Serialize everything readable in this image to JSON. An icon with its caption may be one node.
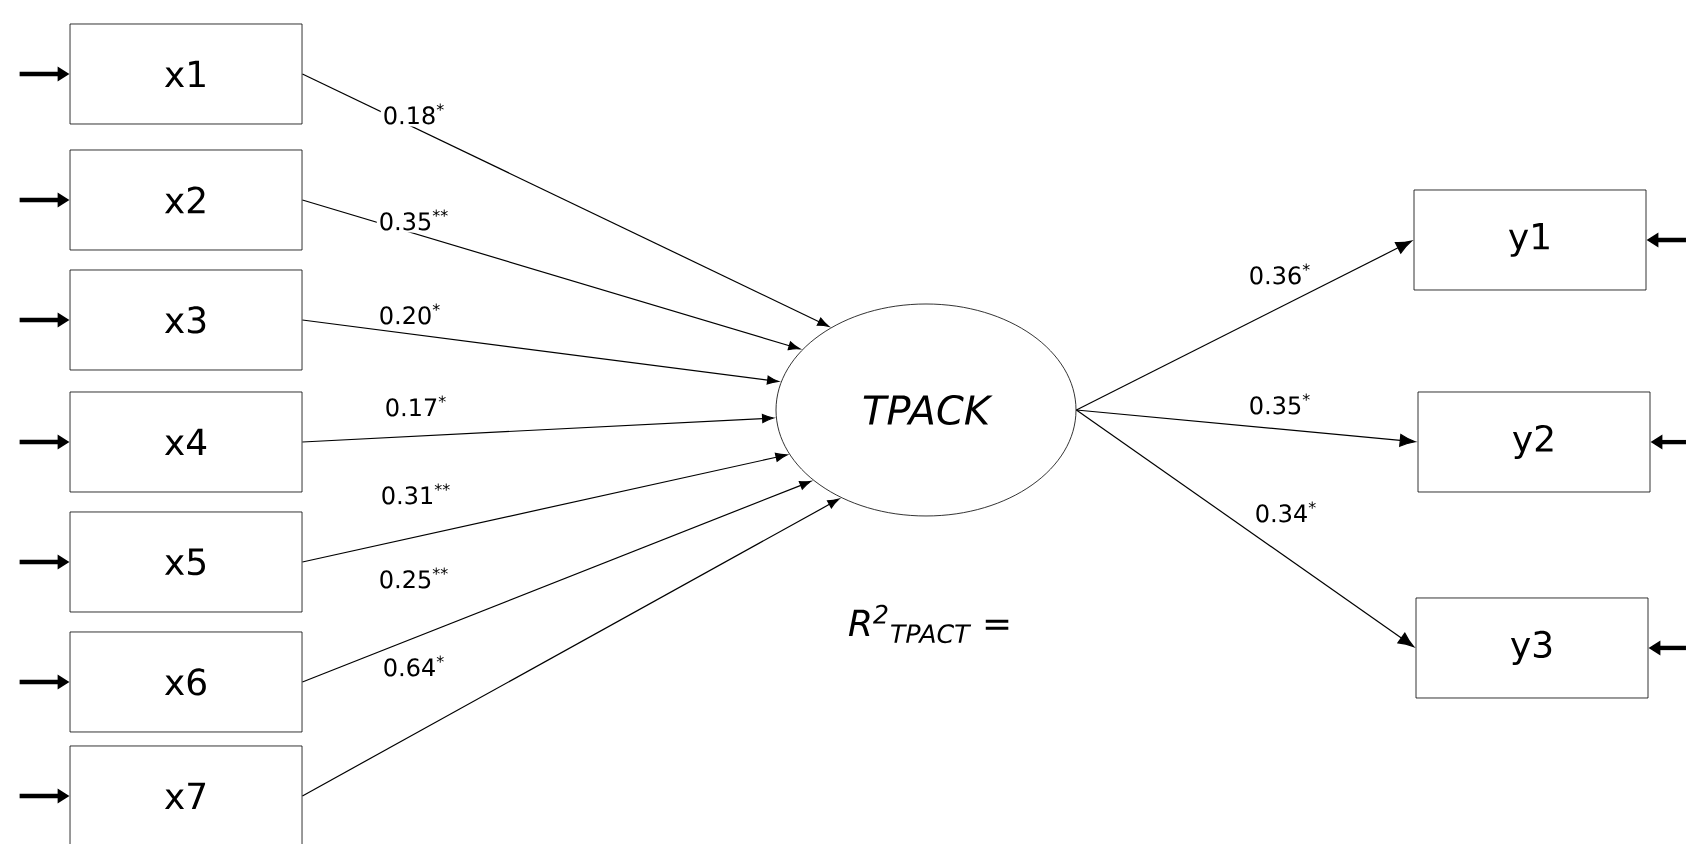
{
  "diagram": {
    "nodes": [
      {
        "text": [
          "x1"
        ]
      },
      {
        "text": [
          "x2"
        ]
      },
      {
        "text": [
          "x3"
        ]
      },
      {
        "text": [
          "x4"
        ]
      },
      {
        "text": [
          "x5"
        ]
      },
      {
        "text": [
          "x6"
        ]
      },
      {
        "text": [
          "x7"
        ]
      },
      {
        "text": [
          "TPACK"
        ]
      },
      {
        "text": [
          "y1"
        ]
      },
      {
        "text": [
          "y2"
        ]
      },
      {
        "text": [
          "y3"
        ]
      }
    ],
    "edges": [
      {
        "from": 0,
        "to": 7,
        "arrow": "to",
        "label": "0.18$^{*}$"
      },
      {
        "from": 1,
        "to": 7,
        "arrow": "to",
        "label": "0.35$^{**}$"
      },
      {
        "from": 2,
        "to": 7,
        "arrow": "to",
        "label": "0.20$^{*}$"
      },
      {
        "from": 3,
        "to": 7,
        "arrow": "to",
        "label": "0.17$^{*}$"
      },
      {
        "from": 4,
        "to": 7,
        "arrow": "to",
        "label": "0.31$^{**}$"
      },
      {
        "from": 5,
        "to": 7,
        "arrow": "to",
        "label": "0.25$^{**}$"
      },
      {
        "from": 6,
        "to": 7,
        "arrow": "to",
        "label": "0.64$^{*}$"
      },
      {
        "from": 7,
        "to": 8,
        "arrow": "to",
        "label": "0.36$^{*}$"
      },
      {
        "from": 7,
        "to": 9,
        "arrow": "to",
        "label": "0.35$^{*}$"
      },
      {
        "from": 7,
        "to": 10,
        "arrow": "to",
        "label": "0.34$^{*}$"
      },
      {
        "from": null,
        "to": 0,
        "arrow": "to",
        "style": "thick"
      },
      {
        "from": null,
        "to": 1,
        "arrow": "to",
        "style": "thick"
      },
      {
        "from": null,
        "to": 2,
        "arrow": "to",
        "style": "thick"
      },
      {
        "from": null,
        "to": 3,
        "arrow": "to",
        "style": "thick"
      },
      {
        "from": null,
        "to": 4,
        "arrow": "to",
        "style": "thick"
      },
      {
        "from": null,
        "to": 5,
        "arrow": "to",
        "style": "thick"
      },
      {
        "from": null,
        "to": 6,
        "arrow": "to",
        "style": "thick"
      },
      {
        "from": null,
        "to": 8,
        "arrow": "to",
        "style": "thick"
      },
      {
        "from": null,
        "to": 9,
        "arrow": "to",
        "style": "thick"
      },
      {
        "from": null,
        "to": 10,
        "arrow": "to",
        "style": "thick"
      }
    ],
    "labels": [
      "R$^{2}$$_{TPACT}$ ="
    ]
  }
}
